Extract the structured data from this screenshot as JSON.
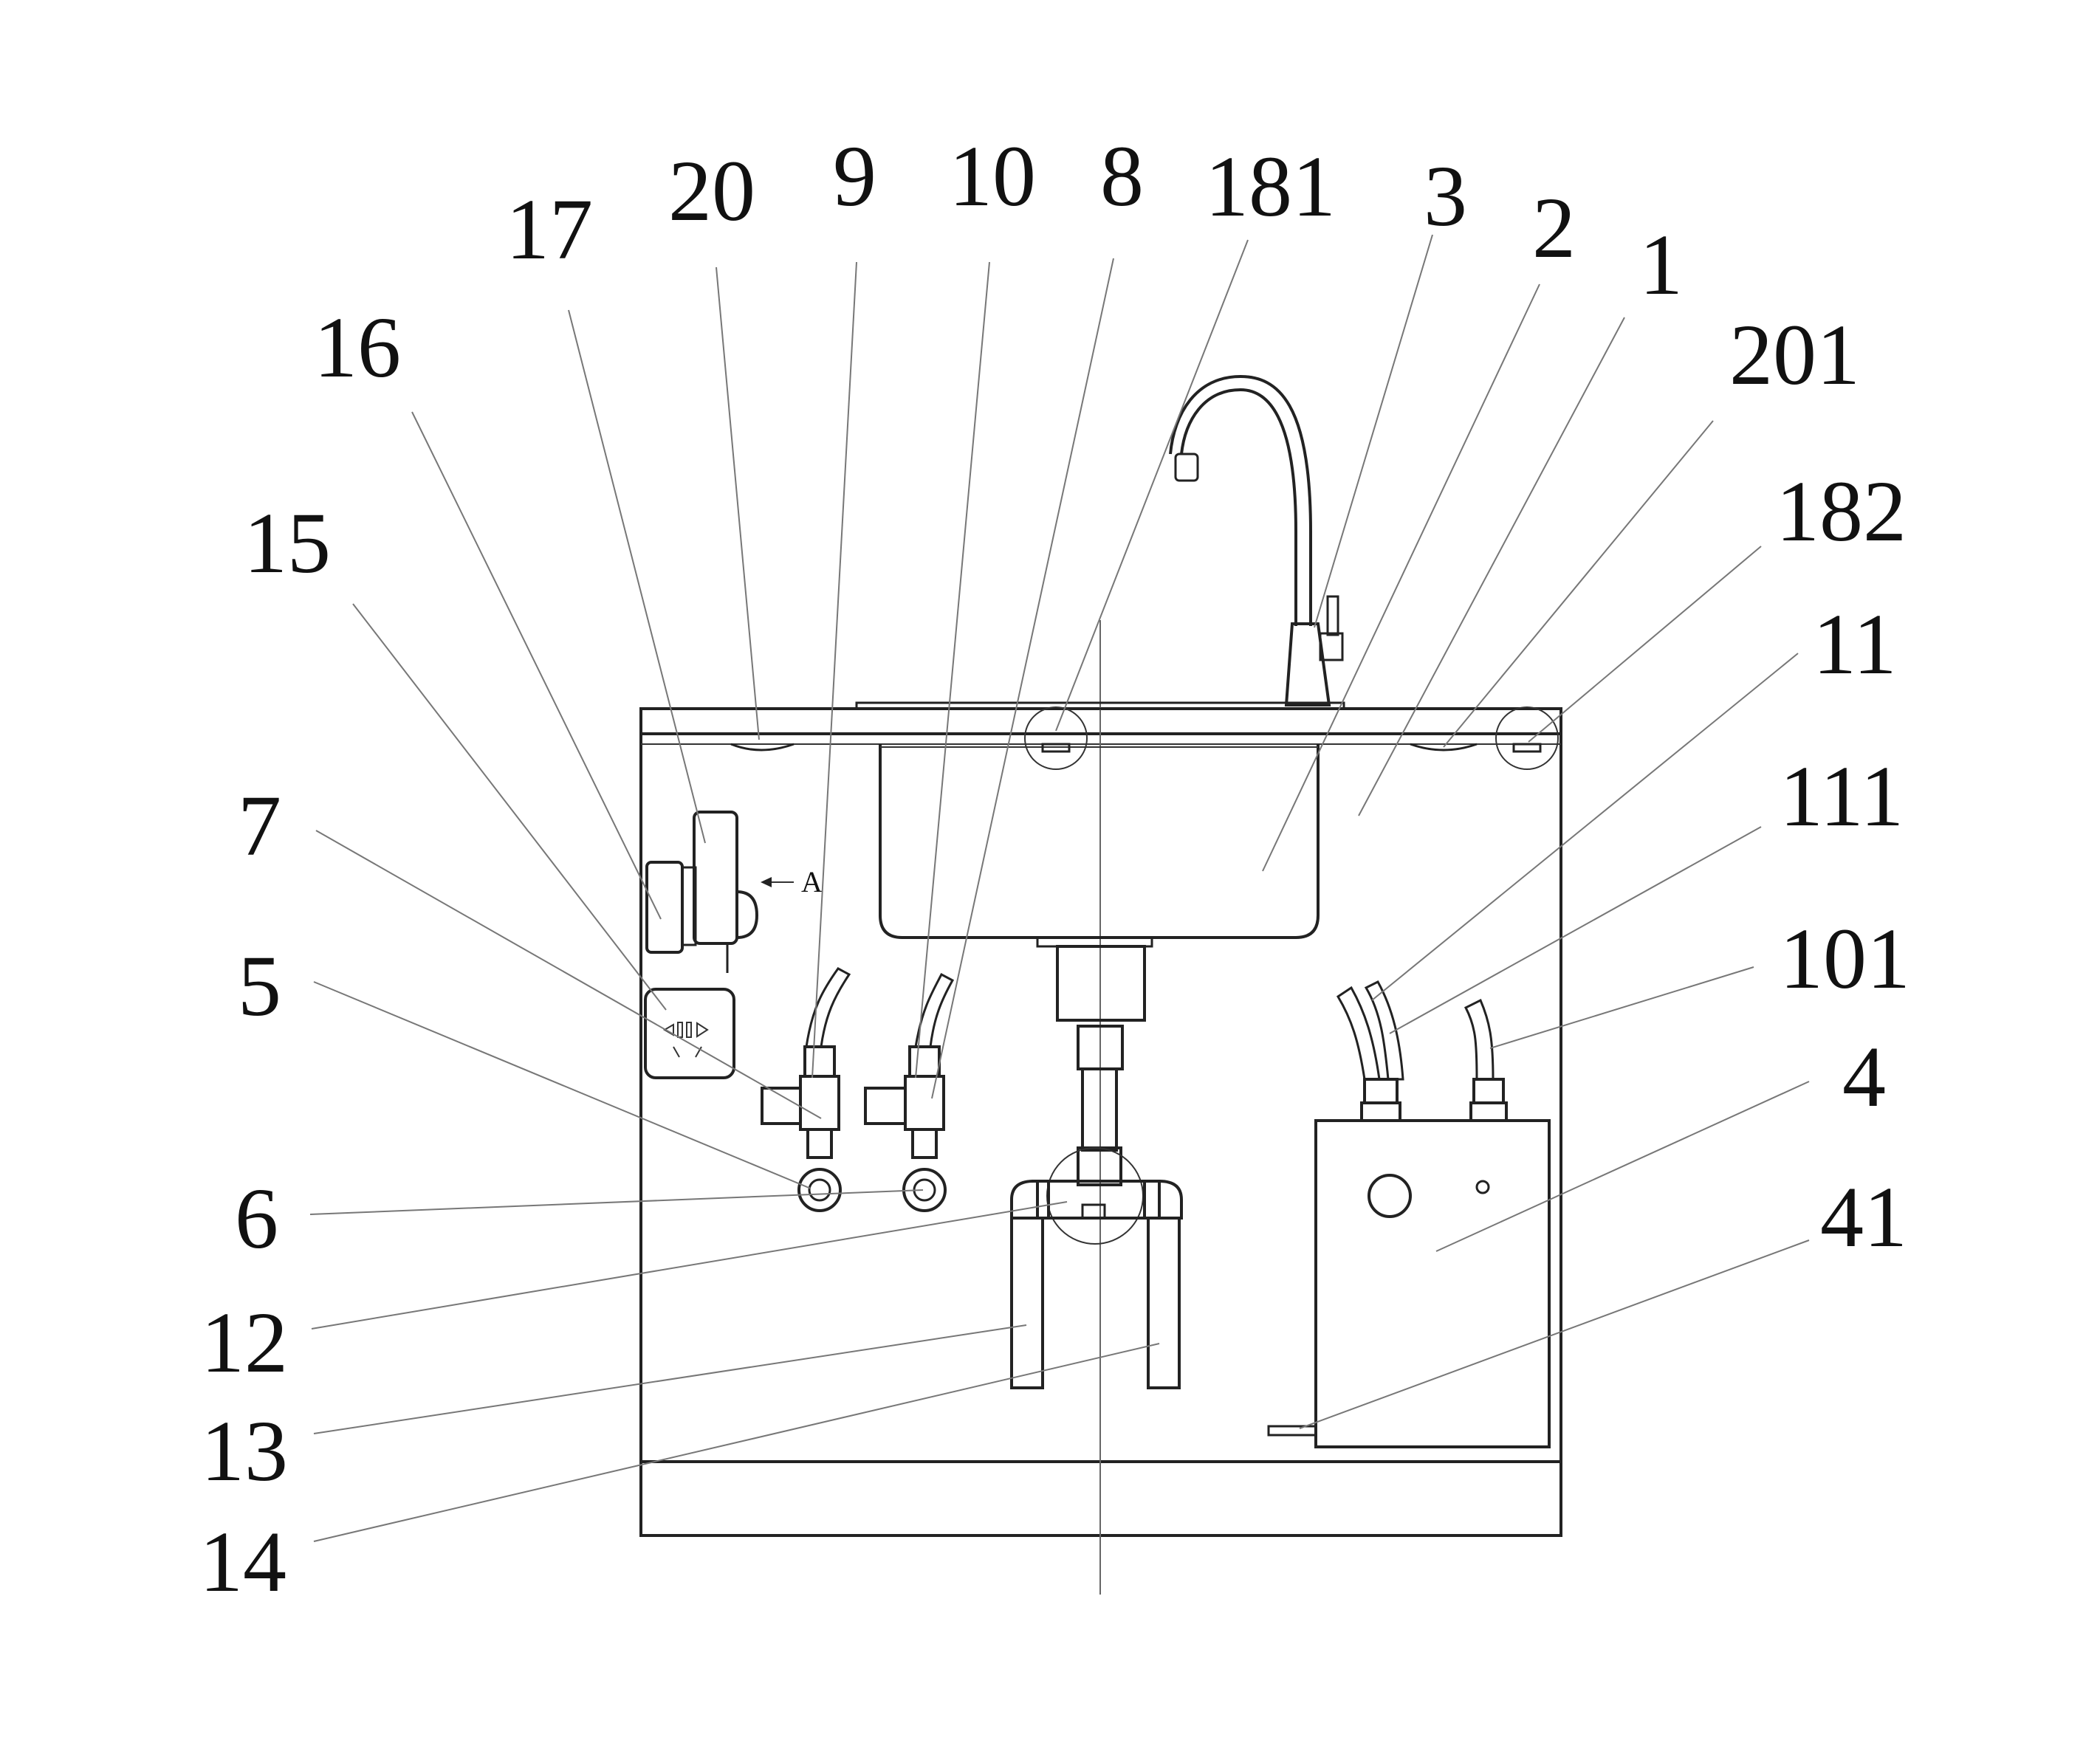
{
  "labels": {
    "l20": "20",
    "l9": "9",
    "l10": "10",
    "l8": "8",
    "l181": "181",
    "l3": "3",
    "l2": "2",
    "l1": "1",
    "l201": "201",
    "l182": "182",
    "l11": "11",
    "l111": "111",
    "l101": "101",
    "l4": "4",
    "l41": "41",
    "l17": "17",
    "l16": "16",
    "l15": "15",
    "l7": "7",
    "l5": "5",
    "l6": "6",
    "l12": "12",
    "l13": "13",
    "l14": "14"
  },
  "view_arrow": {
    "label": "A"
  }
}
